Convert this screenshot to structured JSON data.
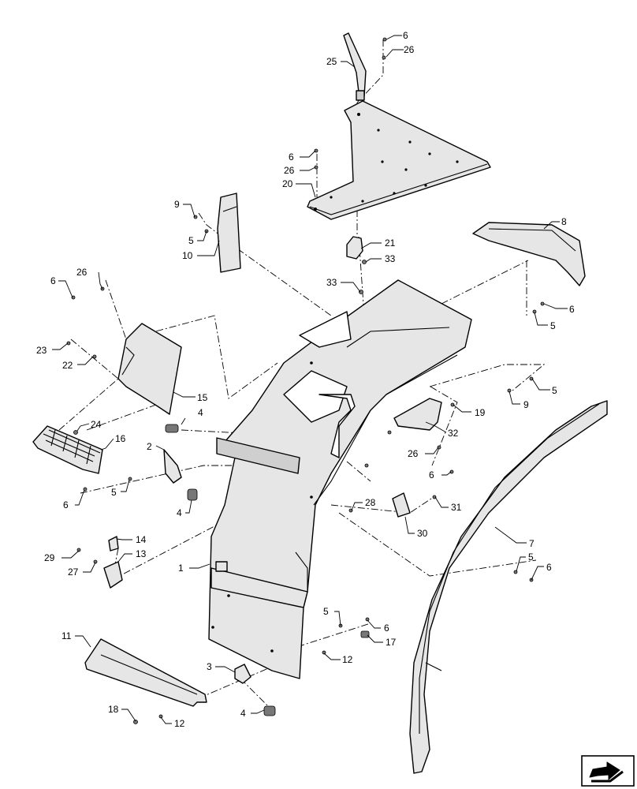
{
  "callouts": [
    {
      "id": "c6a",
      "text": "6"
    },
    {
      "id": "c26a",
      "text": "26"
    },
    {
      "id": "c25",
      "text": "25"
    },
    {
      "id": "c6b",
      "text": "6"
    },
    {
      "id": "c26b",
      "text": "26"
    },
    {
      "id": "c20",
      "text": "20"
    },
    {
      "id": "c9a",
      "text": "9"
    },
    {
      "id": "c5a",
      "text": "5"
    },
    {
      "id": "c10",
      "text": "10"
    },
    {
      "id": "c8",
      "text": "8"
    },
    {
      "id": "c21",
      "text": "21"
    },
    {
      "id": "c33a",
      "text": "33"
    },
    {
      "id": "c33b",
      "text": "33"
    },
    {
      "id": "c26c",
      "text": "26"
    },
    {
      "id": "c6c",
      "text": "6"
    },
    {
      "id": "c6d",
      "text": "6"
    },
    {
      "id": "c5b",
      "text": "5"
    },
    {
      "id": "c23",
      "text": "23"
    },
    {
      "id": "c22",
      "text": "22"
    },
    {
      "id": "c15",
      "text": "15"
    },
    {
      "id": "c5c",
      "text": "5"
    },
    {
      "id": "c9b",
      "text": "9"
    },
    {
      "id": "c19",
      "text": "19"
    },
    {
      "id": "c4a",
      "text": "4"
    },
    {
      "id": "c24",
      "text": "24"
    },
    {
      "id": "c32",
      "text": "32"
    },
    {
      "id": "c16",
      "text": "16"
    },
    {
      "id": "c2",
      "text": "2"
    },
    {
      "id": "c26d",
      "text": "26"
    },
    {
      "id": "c6e",
      "text": "6"
    },
    {
      "id": "c6f",
      "text": "6"
    },
    {
      "id": "c5d",
      "text": "5"
    },
    {
      "id": "c4b",
      "text": "4"
    },
    {
      "id": "c28",
      "text": "28"
    },
    {
      "id": "c31",
      "text": "31"
    },
    {
      "id": "c30",
      "text": "30"
    },
    {
      "id": "c14",
      "text": "14"
    },
    {
      "id": "c13",
      "text": "13"
    },
    {
      "id": "c29",
      "text": "29"
    },
    {
      "id": "c27",
      "text": "27"
    },
    {
      "id": "c1",
      "text": "1"
    },
    {
      "id": "c7",
      "text": "7"
    },
    {
      "id": "c5e",
      "text": "5"
    },
    {
      "id": "c6g",
      "text": "6"
    },
    {
      "id": "c5f",
      "text": "5"
    },
    {
      "id": "c6h",
      "text": "6"
    },
    {
      "id": "c17",
      "text": "17"
    },
    {
      "id": "c12a",
      "text": "12"
    },
    {
      "id": "c11",
      "text": "11"
    },
    {
      "id": "c3",
      "text": "3"
    },
    {
      "id": "c4c",
      "text": "4"
    },
    {
      "id": "c18",
      "text": "18"
    },
    {
      "id": "c12b",
      "text": "12"
    }
  ],
  "icons": {
    "navigation": "next-page-arrow-icon"
  }
}
